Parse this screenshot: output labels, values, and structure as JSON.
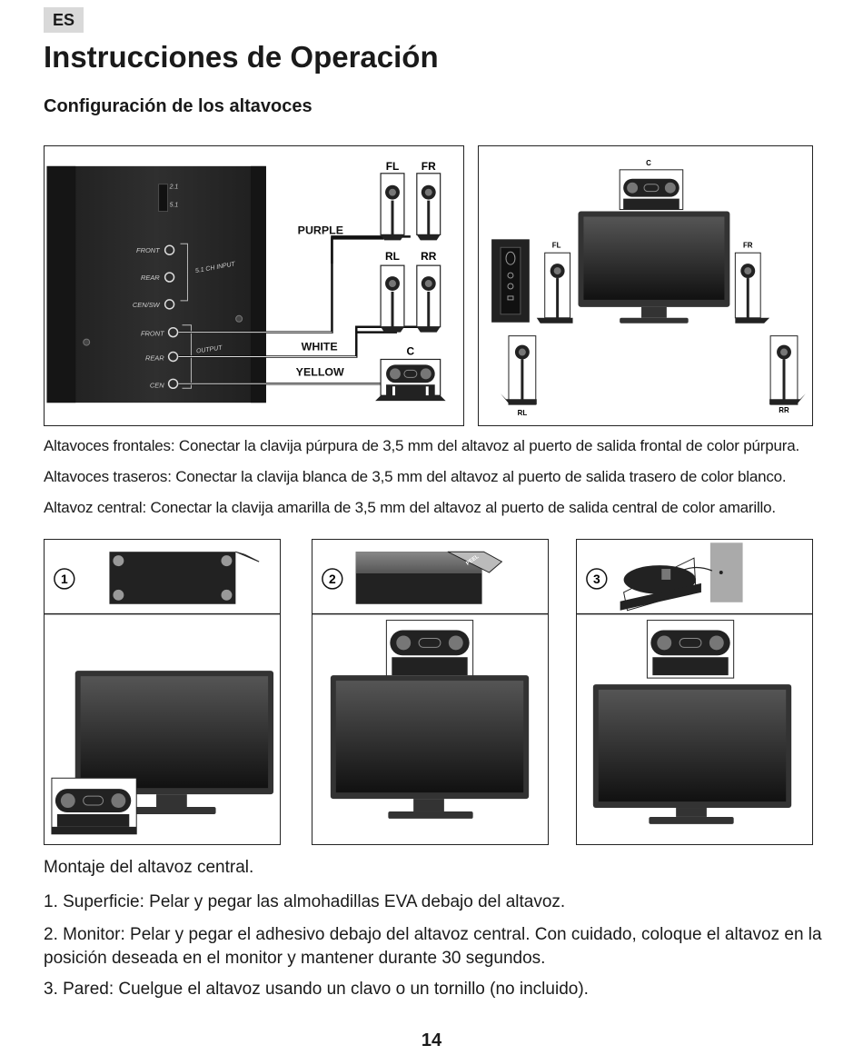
{
  "lang_badge": "ES",
  "title": "Instrucciones de Operación",
  "subtitle": "Configuración de los altavoces",
  "wiring_diagram": {
    "switch_labels": [
      "2.1",
      "5.1"
    ],
    "input_ports": [
      "FRONT",
      "REAR",
      "CEN/SW"
    ],
    "input_group_label": "5.1 CH INPUT",
    "output_ports": [
      "FRONT",
      "REAR",
      "CEN"
    ],
    "output_group_label": "OUTPUT",
    "wire_labels": {
      "purple": "PURPLE",
      "white": "WHITE",
      "yellow": "YELLOW"
    },
    "speaker_labels": {
      "fl": "FL",
      "fr": "FR",
      "rl": "RL",
      "rr": "RR",
      "c": "C"
    }
  },
  "layout_diagram": {
    "speaker_labels": {
      "c": "C",
      "fl": "FL",
      "fr": "FR",
      "rl": "RL",
      "rr": "RR"
    }
  },
  "connection_lines": [
    "Altavoces frontales: Conectar la clavija púrpura de 3,5 mm del altavoz al puerto de salida frontal de color púrpura.",
    "Altavoces traseros: Conectar la clavija blanca de 3,5 mm del altavoz al puerto de salida trasero de color blanco.",
    "Altavoz central: Conectar la clavija amarilla de 3,5 mm del altavoz al puerto de salida central de color amarillo."
  ],
  "steps": [
    {
      "number": "1"
    },
    {
      "number": "2",
      "peel_label": "PEEL"
    },
    {
      "number": "3"
    }
  ],
  "mount_heading": "Montaje del altavoz central.",
  "instructions": [
    "1. Superficie: Pelar y pegar las almohadillas EVA debajo del altavoz.",
    "2. Monitor: Pelar y pegar el adhesivo debajo del altavoz central. Con cuidado, coloque el altavoz en la posición deseada en el monitor y mantener durante 30 segundos.",
    "3. Pared: Cuelgue el altavoz usando un clavo o un tornillo (no incluido)."
  ],
  "page_number": "14",
  "colors": {
    "text": "#1a1a1a",
    "badge_bg": "#d9d9d9",
    "panel_dark": "#2b2b2b",
    "border": "#222222"
  }
}
